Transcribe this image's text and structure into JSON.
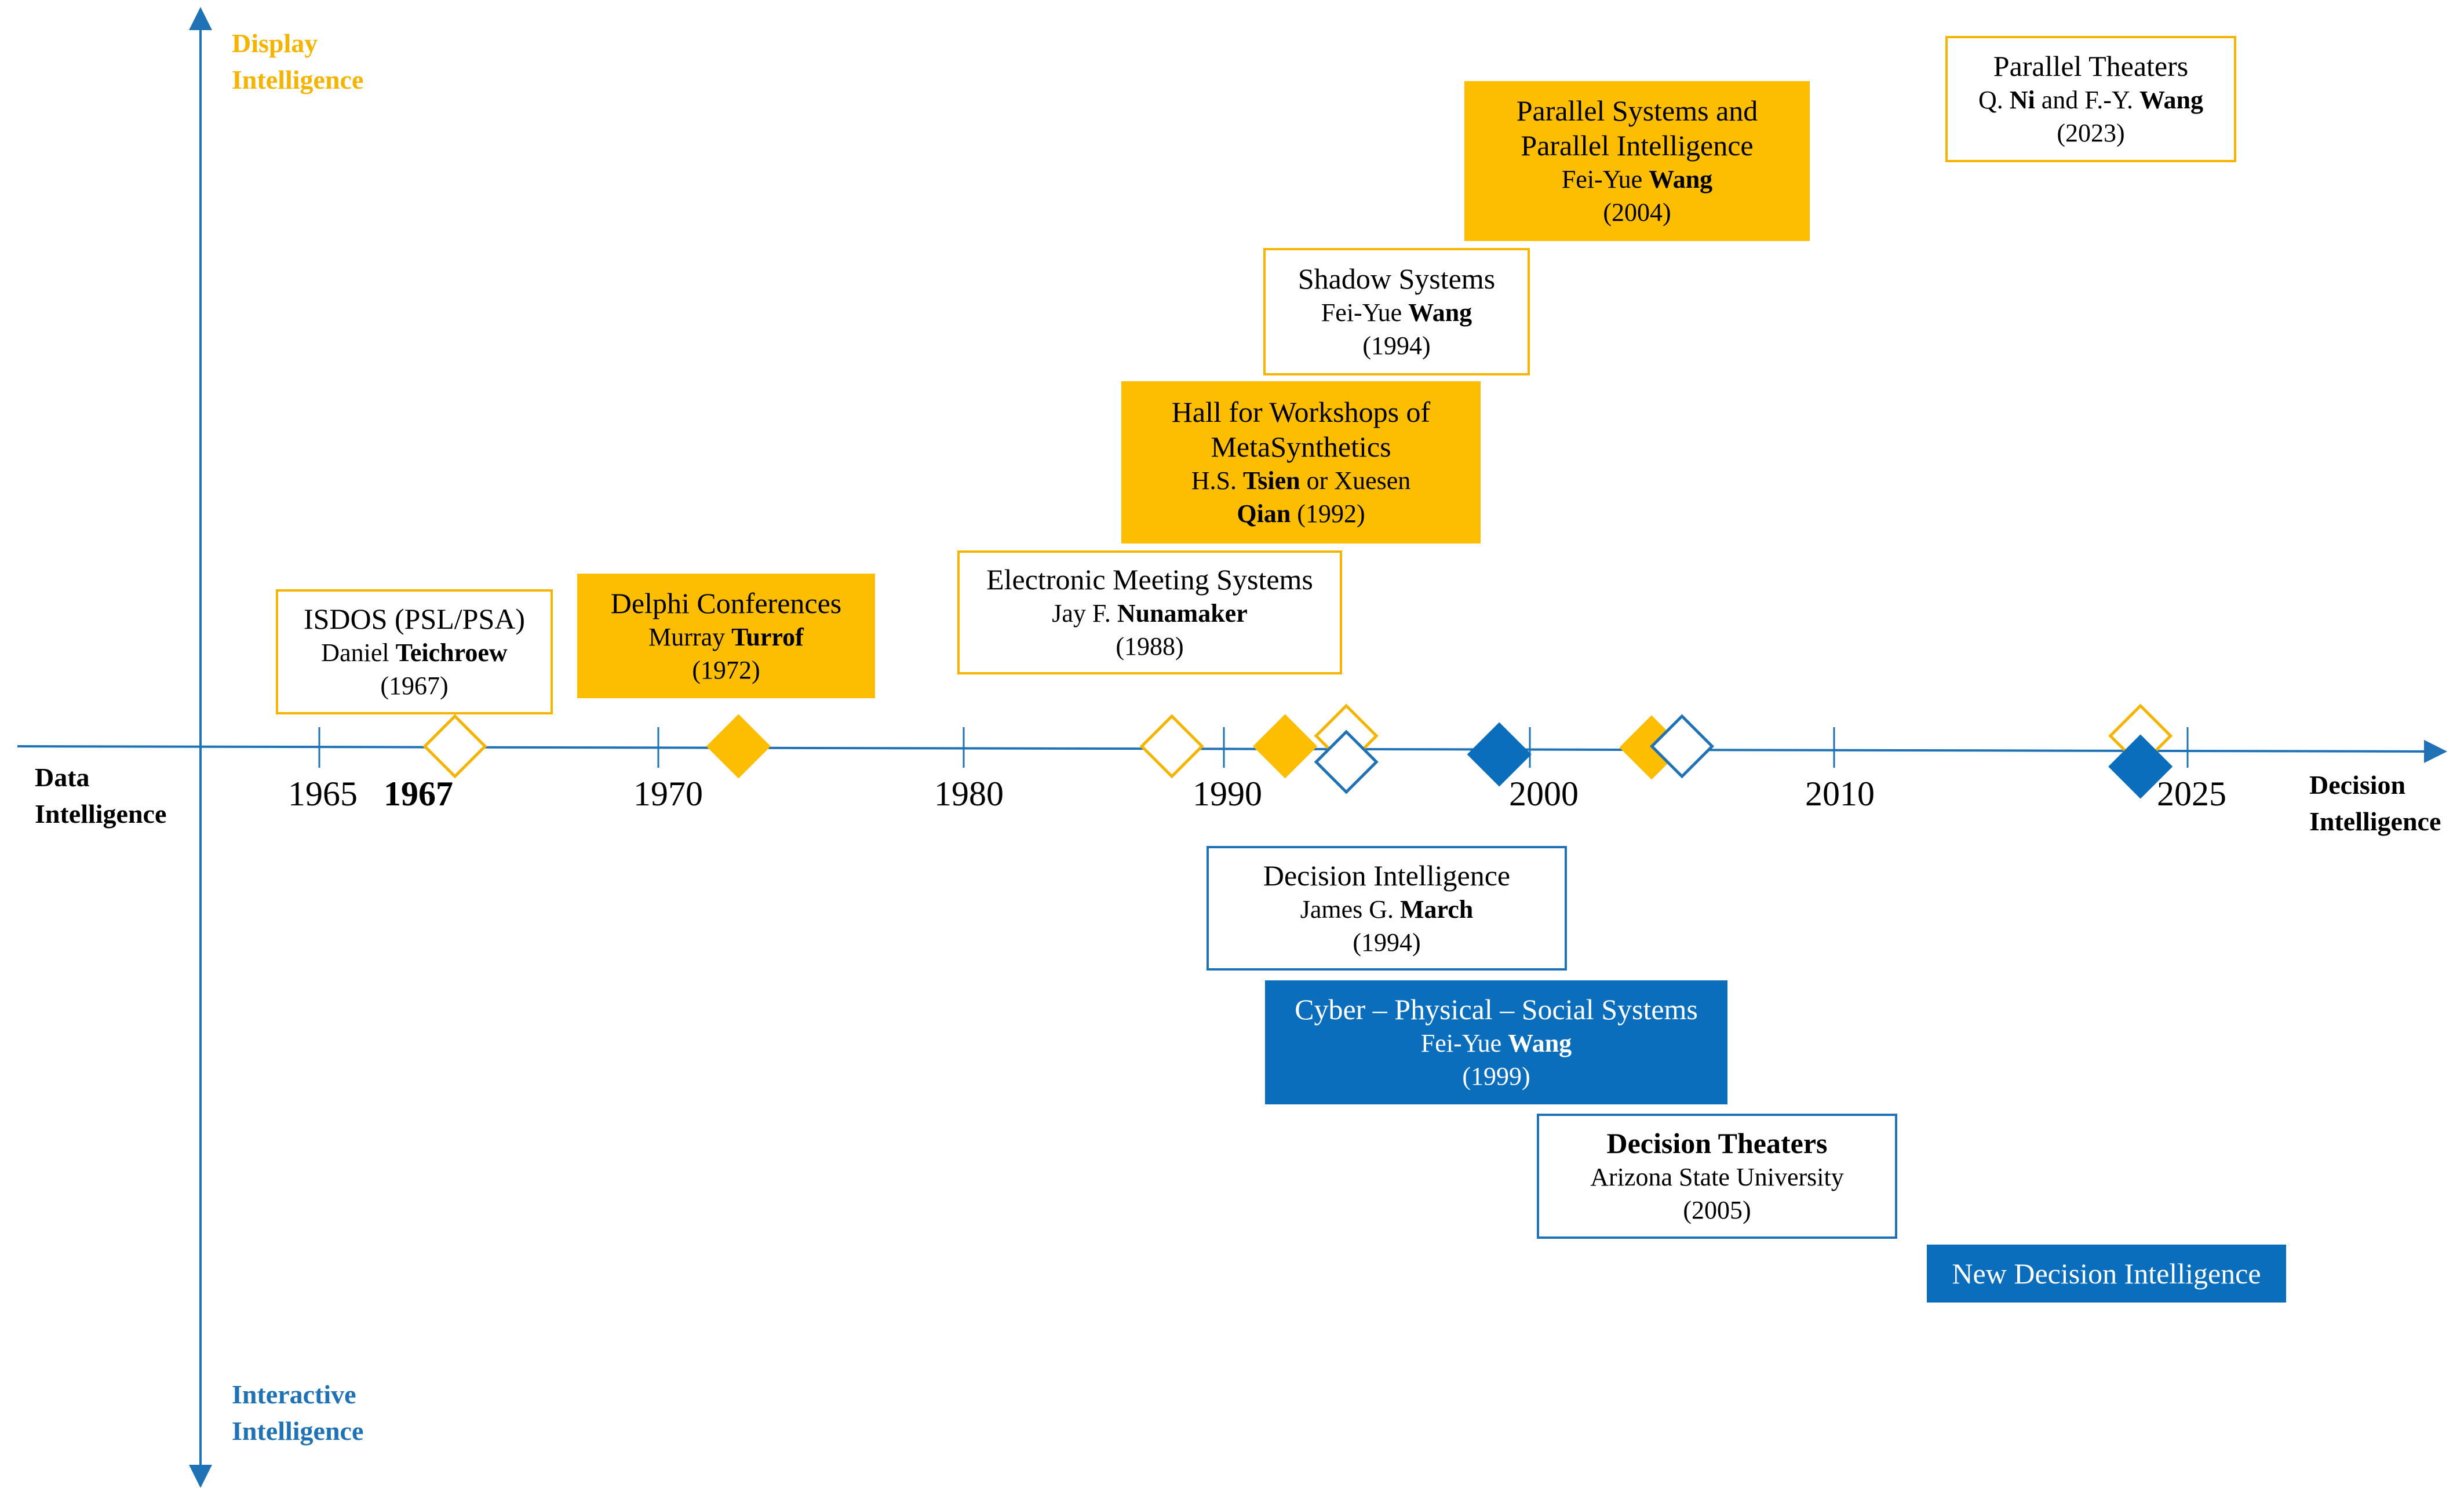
{
  "axes": {
    "top_label": [
      "Display",
      "Intelligence"
    ],
    "bottom_label": [
      "Interactive",
      "Intelligence"
    ],
    "left_label": [
      "Data",
      "Intelligence"
    ],
    "right_label": [
      "Decision",
      "Intelligence"
    ]
  },
  "years": [
    {
      "label": "1965",
      "bold": false
    },
    {
      "label": "1967",
      "bold": true
    },
    {
      "label": "1970",
      "bold": false
    },
    {
      "label": "1980",
      "bold": false
    },
    {
      "label": "1990",
      "bold": false
    },
    {
      "label": "2000",
      "bold": false
    },
    {
      "label": "2010",
      "bold": false
    },
    {
      "label": "2025",
      "bold": false
    }
  ],
  "events": [
    {
      "id": "isdos",
      "style": "outline-y",
      "title": "ISDOS (PSL/PSA)",
      "author_pre": "Daniel ",
      "author_bold": "Teichroew",
      "author_post": "",
      "year": "(1967)"
    },
    {
      "id": "delphi",
      "style": "fill-y",
      "title": "Delphi Conferences",
      "author_pre": "Murray ",
      "author_bold": "Turrof",
      "author_post": "",
      "year": "(1972)"
    },
    {
      "id": "ems",
      "style": "outline-y",
      "title": "Electronic Meeting Systems",
      "author_pre": "Jay F. ",
      "author_bold": "Nunamaker",
      "author_post": "",
      "year": "(1988)"
    },
    {
      "id": "hall",
      "style": "fill-y",
      "title_lines": [
        "Hall for Workshops of",
        "MetaSynthetics"
      ],
      "author_pre": "H.S. ",
      "author_bold": "Tsien",
      "author_post": " or Xuesen",
      "author2_bold": "Qian",
      "author2_post": " (1992)"
    },
    {
      "id": "shadow",
      "style": "outline-y",
      "title": "Shadow Systems",
      "author_pre": "Fei-Yue ",
      "author_bold": "Wang",
      "author_post": "",
      "year": "(1994)"
    },
    {
      "id": "parallel",
      "style": "fill-y",
      "title_lines": [
        "Parallel Systems and",
        "Parallel Intelligence"
      ],
      "author_pre": "Fei-Yue ",
      "author_bold": "Wang",
      "author_post": "",
      "year": "(2004)"
    },
    {
      "id": "theaters",
      "style": "outline-y",
      "title": "Parallel Theaters",
      "author_pre": "Q. ",
      "author_bold": "Ni",
      "author_mid": " and F.-Y. ",
      "author_bold2": "Wang",
      "year": "(2023)"
    },
    {
      "id": "di",
      "style": "outline-b",
      "title": "Decision Intelligence",
      "author_pre": "James G. ",
      "author_bold": "March",
      "author_post": "",
      "year": "(1994)"
    },
    {
      "id": "cpss",
      "style": "fill-b",
      "title": "Cyber – Physical – Social Systems",
      "author_pre": "Fei-Yue ",
      "author_bold": "Wang",
      "author_post": "",
      "year": "(1999)"
    },
    {
      "id": "dt",
      "style": "outline-b",
      "title": "Decision Theaters",
      "author": "Arizona State University",
      "year": "(2005)"
    },
    {
      "id": "ndi",
      "style": "fill-b",
      "title": "New Decision Intelligence"
    }
  ],
  "colors": {
    "yellow_outline": "#F5B400",
    "yellow_fill": "#FDBD00",
    "blue": "#1F72B5",
    "blue_fill": "#0A6EBD"
  },
  "markers": [
    {
      "year": 1967,
      "shape": "diamond",
      "style": "outline-y"
    },
    {
      "year": 1972,
      "shape": "diamond",
      "style": "fill-y"
    },
    {
      "year": 1988,
      "shape": "diamond",
      "style": "outline-y"
    },
    {
      "year": 1992,
      "shape": "diamond",
      "style": "fill-y"
    },
    {
      "year": 1994,
      "shape": "diamond",
      "style": "outline-y"
    },
    {
      "year": 1994,
      "shape": "diamond",
      "style": "outline-b"
    },
    {
      "year": 1999,
      "shape": "diamond",
      "style": "fill-b"
    },
    {
      "year": 2004,
      "shape": "diamond",
      "style": "fill-y"
    },
    {
      "year": 2005,
      "shape": "diamond",
      "style": "outline-b"
    },
    {
      "year": 2023,
      "shape": "diamond",
      "style": "outline-y"
    },
    {
      "year": 2023,
      "shape": "diamond",
      "style": "fill-b"
    }
  ]
}
